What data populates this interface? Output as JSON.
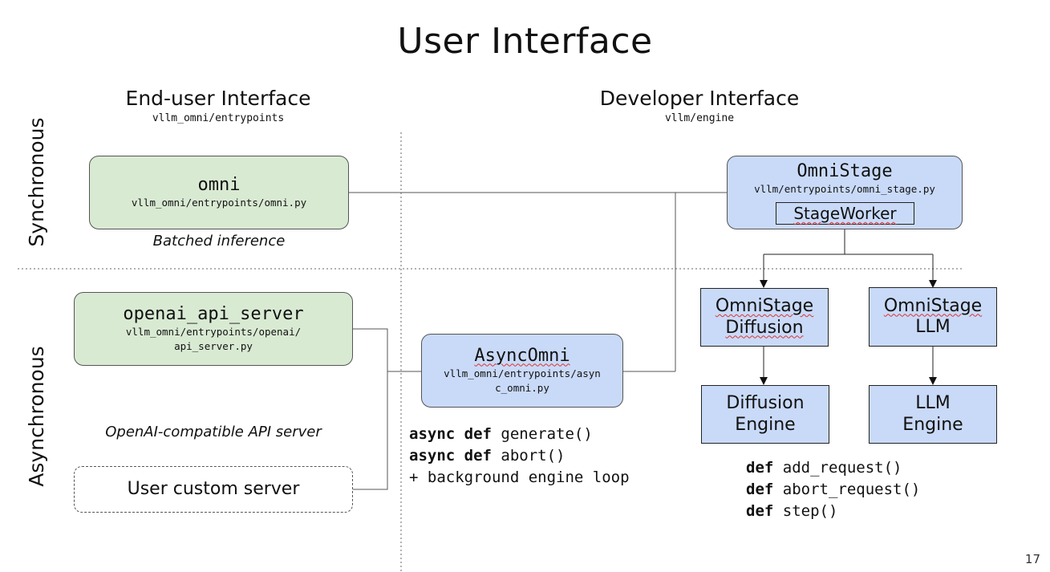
{
  "slide": {
    "title": "User Interface",
    "page_number": "17"
  },
  "columns": {
    "end_user": {
      "heading": "End-user Interface",
      "path": "vllm_omni/entrypoints"
    },
    "developer": {
      "heading": "Developer Interface",
      "path": "vllm/engine"
    }
  },
  "rows": {
    "sync": "Synchronous",
    "async": "Asynchronous"
  },
  "nodes": {
    "omni": {
      "name": "omni",
      "path": "vllm_omni/entrypoints/omni.py",
      "caption": "Batched inference"
    },
    "openai": {
      "name": "openai_api_server",
      "path_line1": "vllm_omni/entrypoints/openai/",
      "path_line2": "api_server.py",
      "caption": "OpenAI-compatible API server"
    },
    "custom": {
      "name": "User custom server"
    },
    "async_omni": {
      "name": "AsyncOmni",
      "path_line1": "vllm_omni/entrypoints/asyn",
      "path_line2": "c_omni.py"
    },
    "omni_stage": {
      "name": "OmniStage",
      "path": "vllm/entrypoints/omni_stage.py",
      "worker": "StageWorker"
    },
    "stage_diffusion": {
      "line1": "OmniStage",
      "line2": "Diffusion"
    },
    "stage_llm": {
      "line1": "OmniStage",
      "line2": "LLM"
    },
    "diffusion_engine": {
      "line1": "Diffusion",
      "line2": "Engine"
    },
    "llm_engine": {
      "line1": "LLM",
      "line2": "Engine"
    }
  },
  "async_api": {
    "keyword1": "async def",
    "fn1": " generate()",
    "keyword2": "async def",
    "fn2": " abort()",
    "line3": "+ background engine loop"
  },
  "engine_api": {
    "keyword1": "def",
    "fn1": " add_request()",
    "keyword2": "def",
    "fn2": " abort_request()",
    "keyword3": "def",
    "fn3": " step()"
  },
  "colors": {
    "end_user_box": "#d9ead3",
    "developer_box": "#c9daf8",
    "spellcheck_underline": "#dd3333"
  }
}
